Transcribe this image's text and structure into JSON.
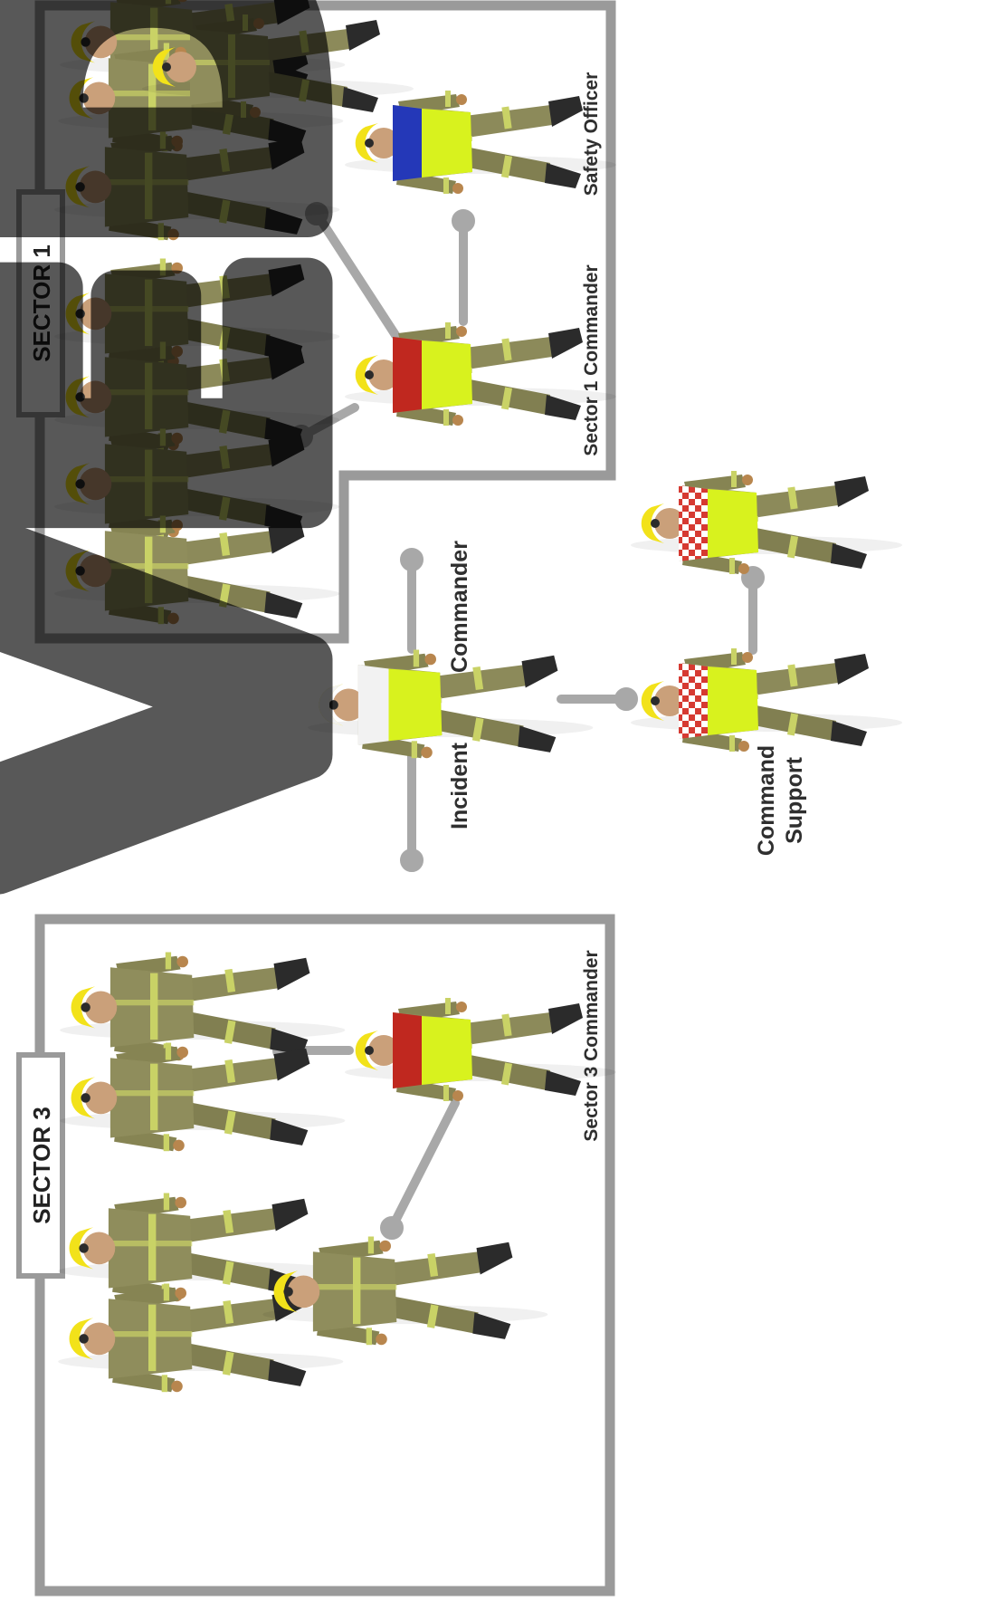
{
  "sectors": [
    {
      "id": "sector-1",
      "label": "SECTOR 1"
    },
    {
      "id": "sector-3",
      "label": "SECTOR 3"
    }
  ],
  "roles": {
    "safety_officer": "Safety Officer",
    "sector1_commander": "Sector 1 Commander",
    "sector3_commander": "Sector 3 Commander",
    "incident_commander_line1": "Incident",
    "incident_commander_line2": "Commander",
    "command_support_line1": "Command",
    "command_support_line2": "Support"
  },
  "watermark": "VED",
  "colors": {
    "frame": "#9a9a9a",
    "connector": "#a8a8a8",
    "turnout_gear": "#8c8a5a",
    "helmet": "#f2e21a",
    "tabard_hi_vis": "#d8f21e",
    "tabard_red": "#c0281f",
    "tabard_blue": "#2438b8",
    "tabard_white": "#f2f2f2",
    "tabard_checker": "#d63a32"
  }
}
